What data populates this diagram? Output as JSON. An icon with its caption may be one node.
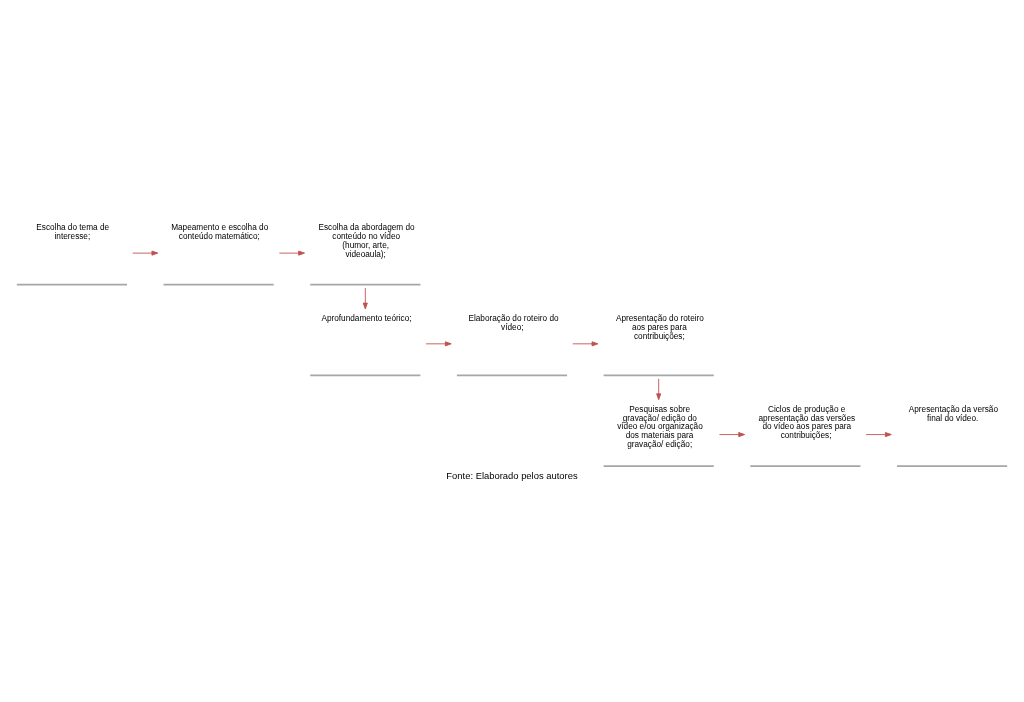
{
  "diagram": {
    "caption": "Fonte: Elaborado pelos autores",
    "nodes": [
      {
        "text": [
          "Escolha do tema de interesse;"
        ]
      },
      {
        "text": [
          "Mapeamento e escolha do conteúdo matemático;"
        ]
      },
      {
        "text": [
          "Escolha da abordagem do conteúdo no vídeo (humor, arte, videoaula);"
        ]
      },
      {
        "text": [
          "Aprofundamento teórico;"
        ]
      },
      {
        "text": [
          "Elaboração do roteiro do vídeo;"
        ]
      },
      {
        "text": [
          "Apresentação do roteiro aos pares para contribuições;"
        ]
      },
      {
        "text": [
          "Pesquisas sobre gravação/ edição do vídeo e/ou organização dos materiais para gravação/ edição;"
        ]
      },
      {
        "text": [
          "Ciclos de produção e apresentação das versões do vídeo aos pares para contribuições;"
        ]
      },
      {
        "text": [
          "Apresentação da versão final do vídeo."
        ]
      }
    ],
    "edges": [
      {
        "from": 0,
        "to": 1,
        "arrow": "to"
      },
      {
        "from": 1,
        "to": 2,
        "arrow": "to"
      },
      {
        "from": 2,
        "to": 3,
        "arrow": "to"
      },
      {
        "from": 3,
        "to": 4,
        "arrow": "to"
      },
      {
        "from": 4,
        "to": 5,
        "arrow": "to"
      },
      {
        "from": 5,
        "to": 6,
        "arrow": "to"
      },
      {
        "from": 6,
        "to": 7,
        "arrow": "to"
      },
      {
        "from": 7,
        "to": 8,
        "arrow": "to"
      }
    ]
  }
}
